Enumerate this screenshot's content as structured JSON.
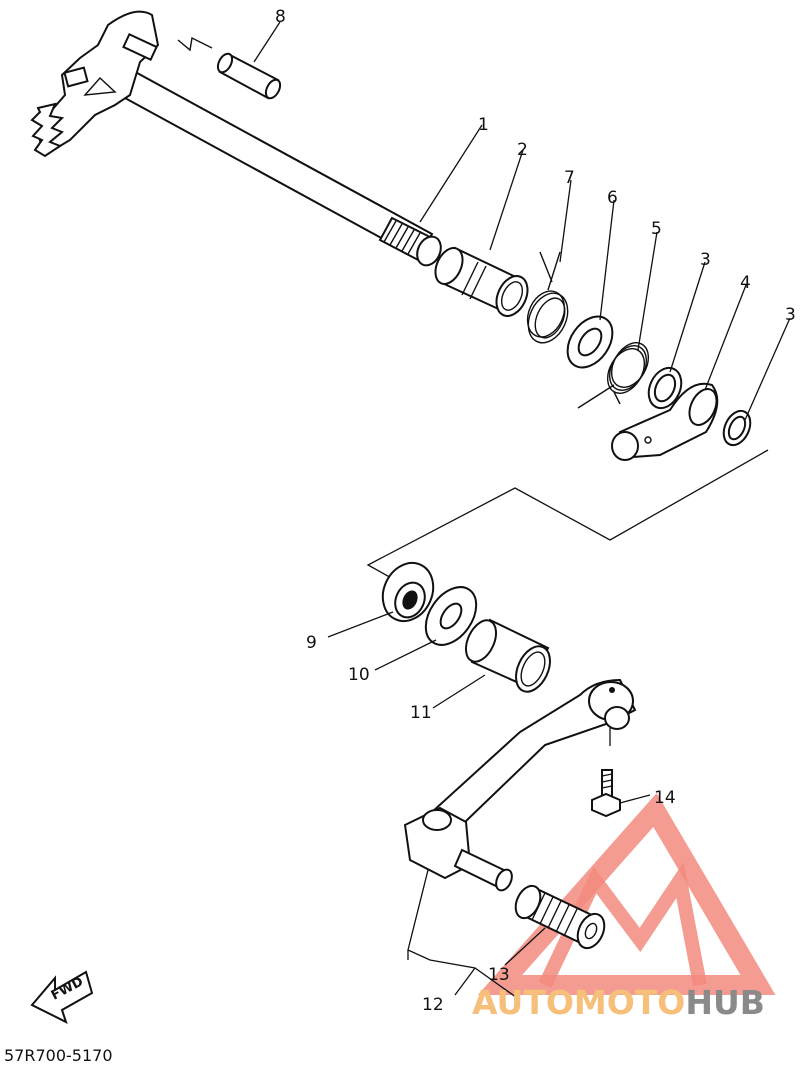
{
  "callouts": [
    {
      "id": "c1",
      "text": "1"
    },
    {
      "id": "c2",
      "text": "2"
    },
    {
      "id": "c3a",
      "text": "3"
    },
    {
      "id": "c3b",
      "text": "3"
    },
    {
      "id": "c4",
      "text": "4"
    },
    {
      "id": "c5",
      "text": "5"
    },
    {
      "id": "c6",
      "text": "6"
    },
    {
      "id": "c7",
      "text": "7"
    },
    {
      "id": "c8",
      "text": "8"
    },
    {
      "id": "c9",
      "text": "9"
    },
    {
      "id": "c10",
      "text": "10"
    },
    {
      "id": "c11",
      "text": "11"
    },
    {
      "id": "c12",
      "text": "12"
    },
    {
      "id": "c13",
      "text": "13"
    },
    {
      "id": "c14",
      "text": "14"
    }
  ],
  "fwd_label": "FWD",
  "drawing_code": "57R700-5170",
  "watermark": {
    "part1": "AUTOMOTO",
    "part2": "HUB",
    "color_primary": "#f28b7f",
    "color_secondary": "#f6bf7a",
    "color_hub": "#8a8a8a"
  },
  "colors": {
    "line": "#111111",
    "background": "#ffffff"
  }
}
